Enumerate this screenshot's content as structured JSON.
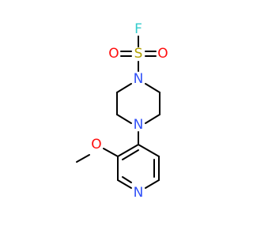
{
  "molecule": {
    "atoms": {
      "fluorine": {
        "symbol": "F",
        "color": "#33CCCC"
      },
      "sulfur": {
        "symbol": "S",
        "color": "#B2A200"
      },
      "oxygen_left": {
        "symbol": "O",
        "color": "#FF0D0D"
      },
      "oxygen_right": {
        "symbol": "O",
        "color": "#FF0D0D"
      },
      "nitrogen_sulfonyl": {
        "symbol": "N",
        "color": "#3050F8"
      },
      "nitrogen_aryl": {
        "symbol": "N",
        "color": "#3050F8"
      },
      "oxygen_methoxy": {
        "symbol": "O",
        "color": "#FF0D0D"
      },
      "nitrogen_pyridine": {
        "symbol": "N",
        "color": "#3050F8"
      }
    },
    "bond_color": "#000000"
  }
}
